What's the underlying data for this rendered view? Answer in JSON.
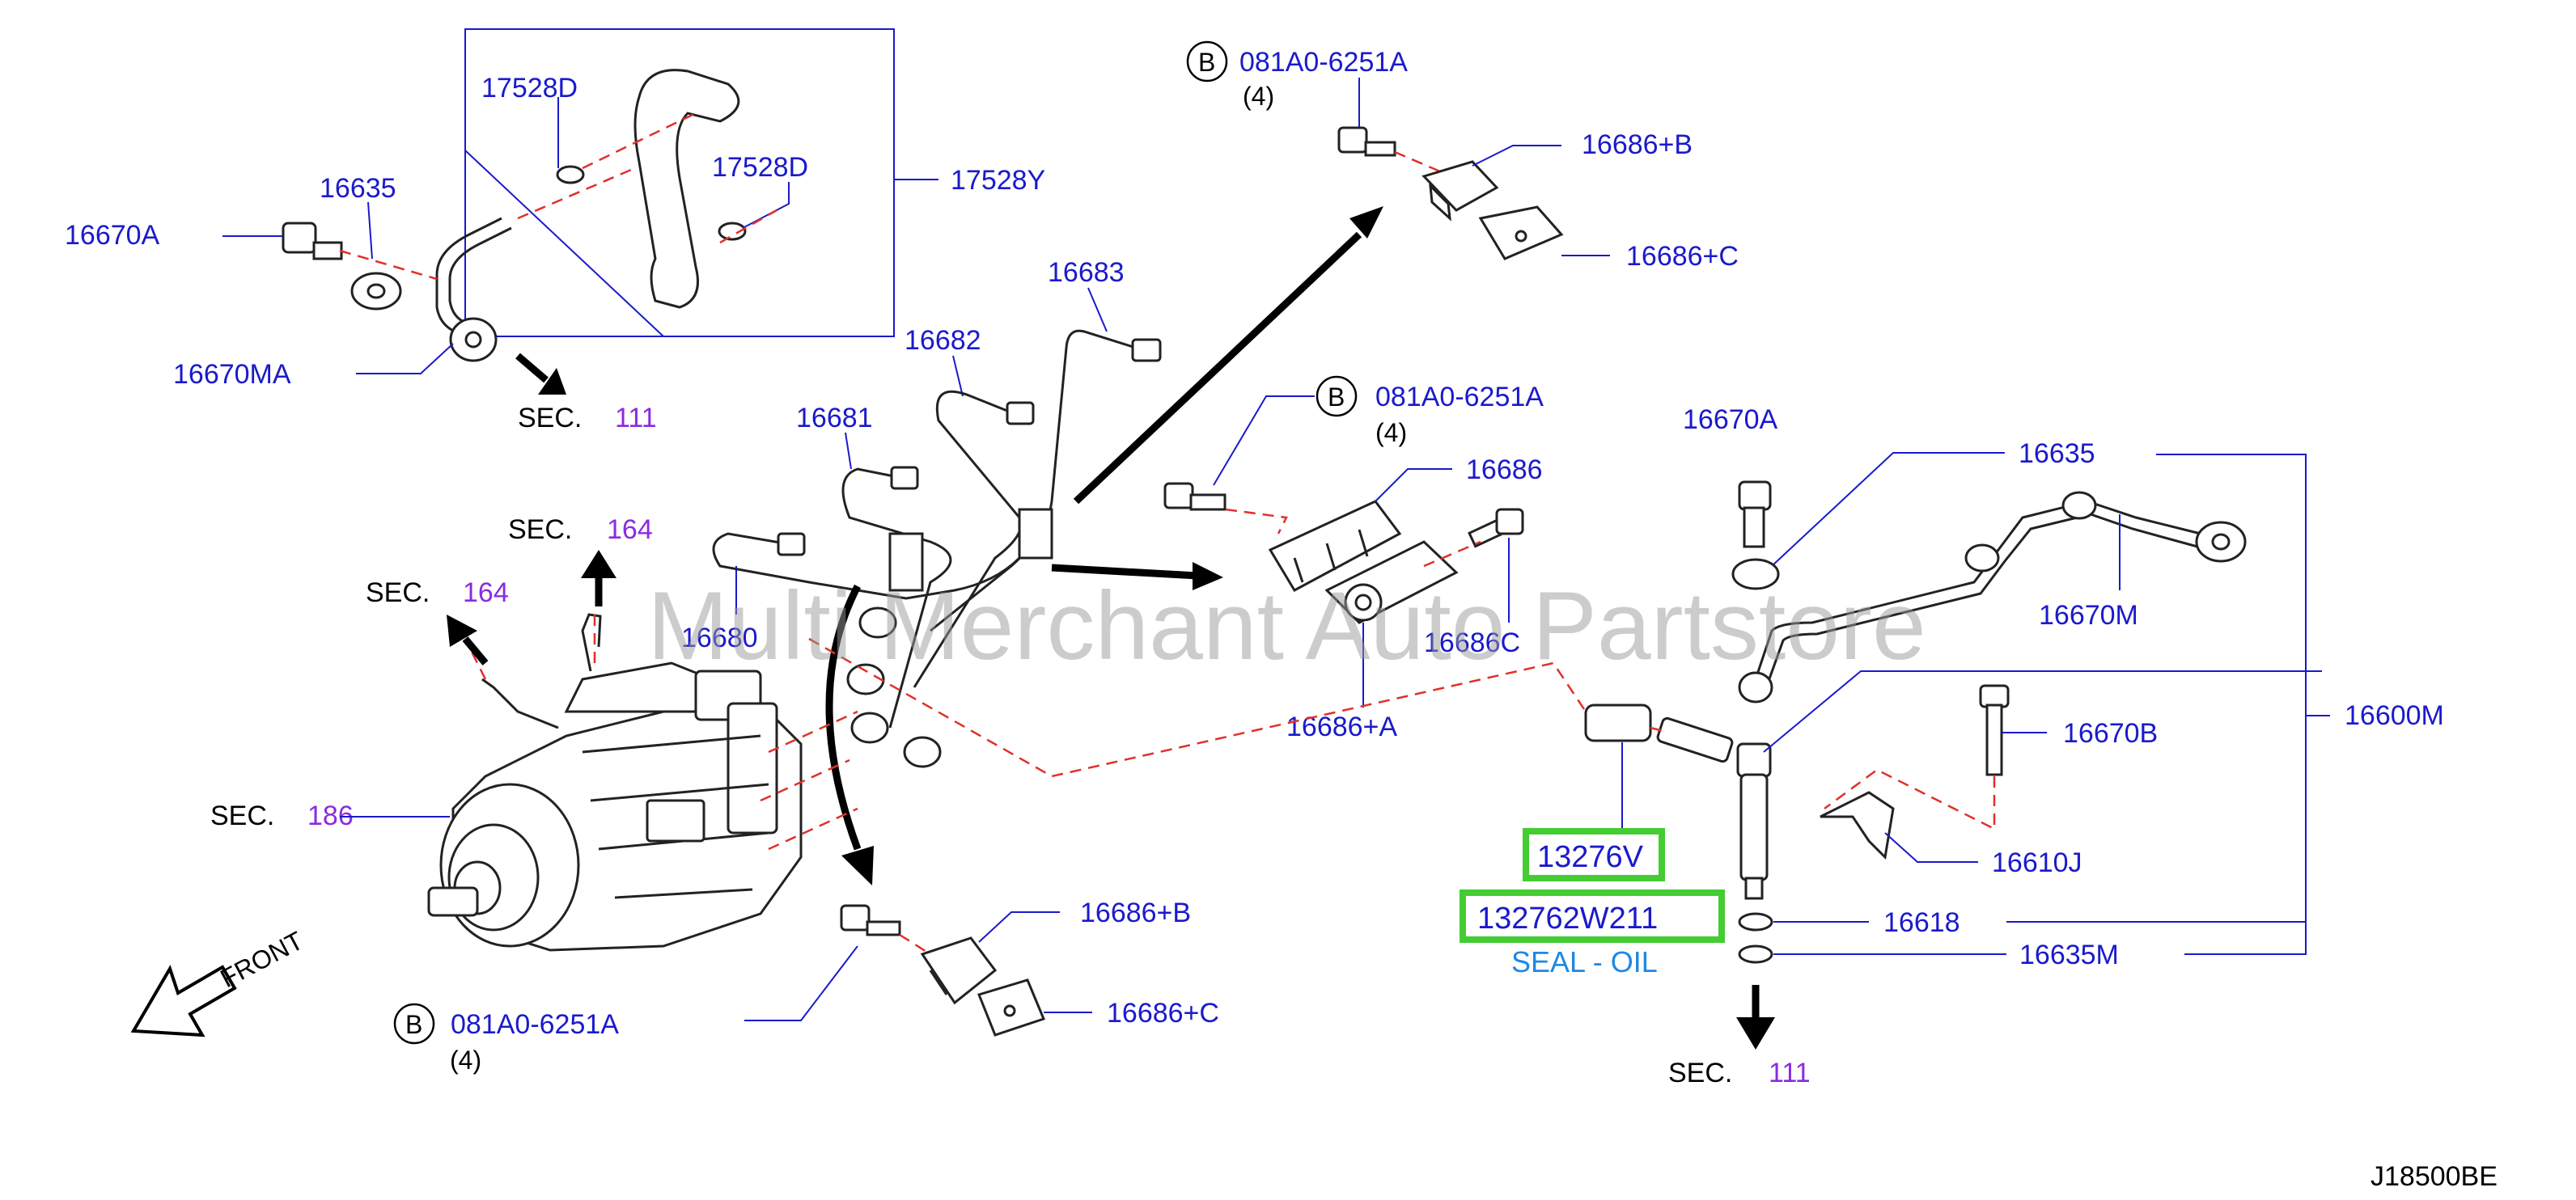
{
  "watermark": "Multi Merchant Auto Partstore",
  "diagram_code": "J18500BE",
  "front_label": "FRONT",
  "section_word": "SEC.",
  "sections": {
    "s111_top": "111",
    "s164_a": "164",
    "s164_b": "164",
    "s186": "186",
    "s111_bottom": "111"
  },
  "bolt_ref": {
    "letter": "B",
    "part": "081A0-6251A",
    "qty": "(4)"
  },
  "labels": {
    "p17528D_a": "17528D",
    "p17528D_b": "17528D",
    "p17528Y": "17528Y",
    "p16635_left": "16635",
    "p16670A_left": "16670A",
    "p16670MA": "16670MA",
    "p16683": "16683",
    "p16682": "16682",
    "p16681": "16681",
    "p16680": "16680",
    "p16686": "16686",
    "p16686C": "16686C",
    "p16686A": "16686+A",
    "p16686B_top": "16686+B",
    "p16686C_top": "16686+C",
    "p16686B_bot": "16686+B",
    "p16686C_bot": "16686+C",
    "p16670A_right": "16670A",
    "p16635_right": "16635",
    "p16670M": "16670M",
    "p16600M": "16600M",
    "p16670B": "16670B",
    "p16610J": "16610J",
    "p16618": "16618",
    "p16635M": "16635M"
  },
  "highlight": {
    "part_a": "13276V",
    "part_b": "132762W211",
    "description": "SEAL - OIL"
  }
}
